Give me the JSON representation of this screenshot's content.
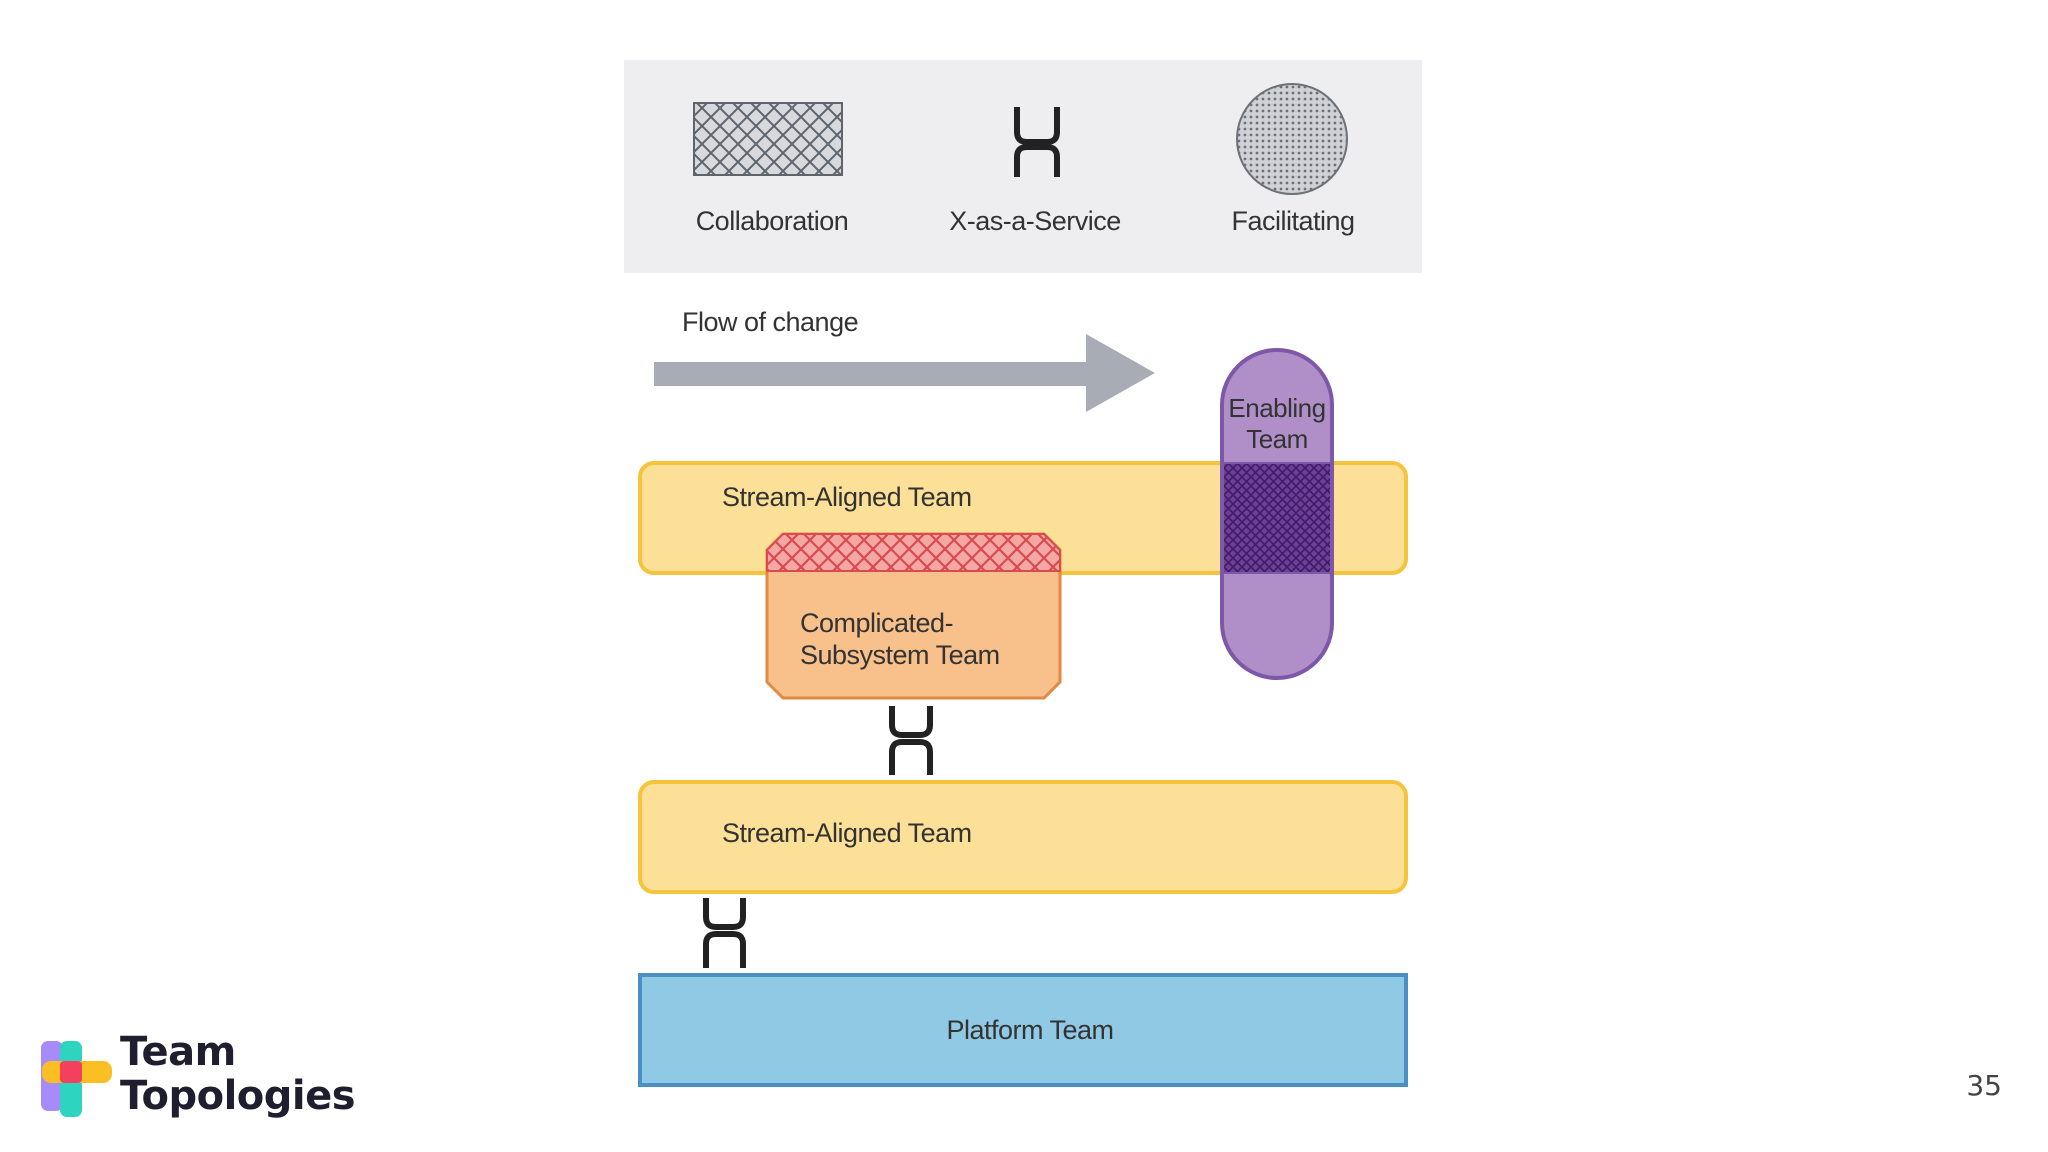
{
  "legend": {
    "collaboration": "Collaboration",
    "xaas": "X-as-a-Service",
    "facilitating": "Facilitating"
  },
  "flow_label": "Flow of change",
  "teams": {
    "stream_aligned_1": "Stream-Aligned Team",
    "stream_aligned_2": "Stream-Aligned Team",
    "complicated_line1": "Complicated-",
    "complicated_line2": "Subsystem Team",
    "enabling_line1": "Enabling",
    "enabling_line2": "Team",
    "platform": "Platform Team"
  },
  "logo": {
    "line1": "Team",
    "line2": "Topologies"
  },
  "page_number": "35",
  "colors": {
    "legend_bg": "#eeeef1",
    "stream_fill": "#fde097",
    "stream_stroke": "#f5c33c",
    "complicated_fill": "#f8c08a",
    "complicated_stroke": "#e08a44",
    "complicated_hatch": "#e2575c",
    "enabling_fill": "#b08fc9",
    "enabling_stroke": "#7d57a8",
    "platform_fill": "#8fc9e3",
    "platform_stroke": "#4b8fc3",
    "arrow": "#a8adb5"
  },
  "icons": [
    "crosshatch-square-icon",
    "xaas-connector-icon",
    "dotted-circle-icon"
  ]
}
